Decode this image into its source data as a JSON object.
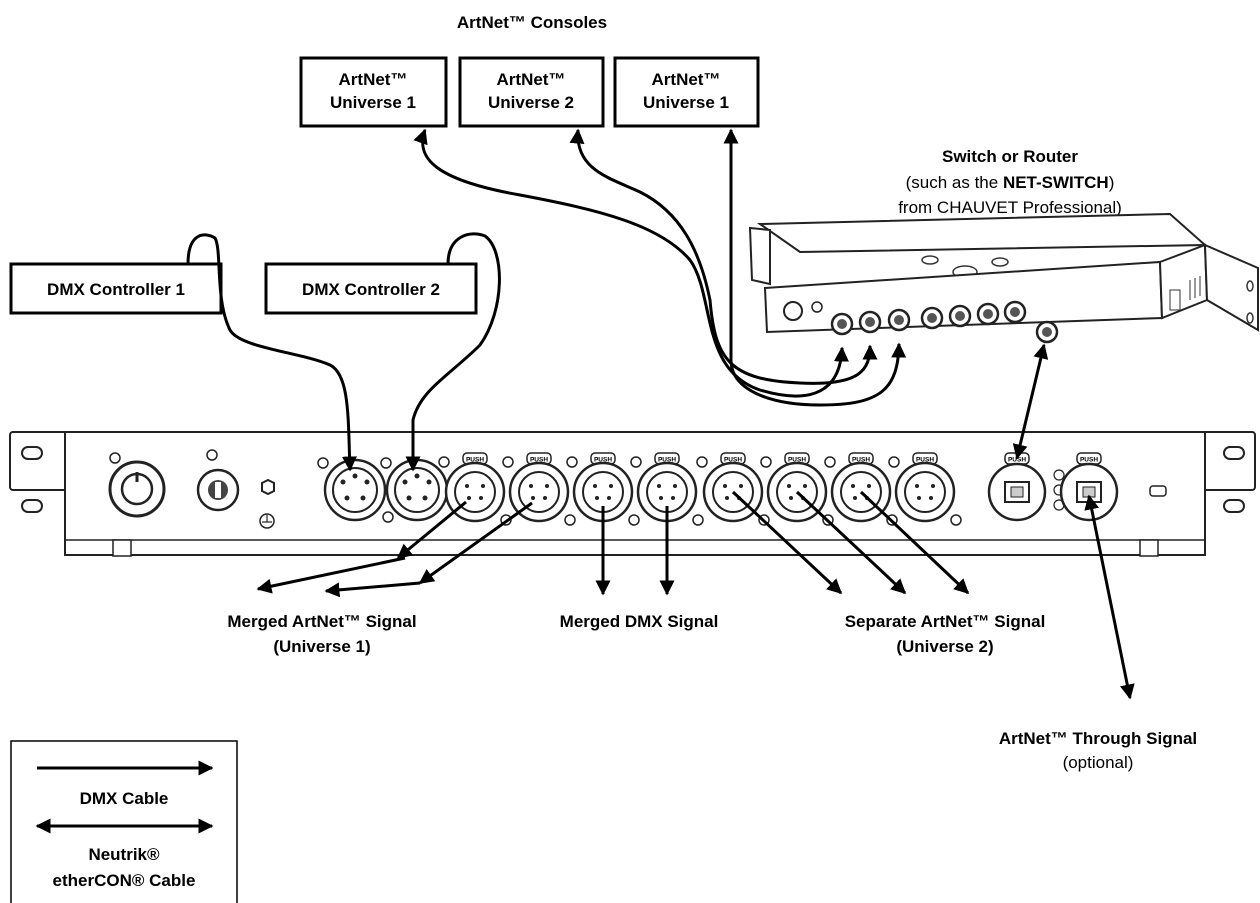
{
  "consoles": {
    "heading": "ArtNet™ Consoles",
    "items": [
      {
        "line1": "ArtNet™",
        "line2": "Universe 1"
      },
      {
        "line1": "ArtNet™",
        "line2": "Universe 2"
      },
      {
        "line1": "ArtNet™",
        "line2": "Universe 1"
      }
    ]
  },
  "switch": {
    "title": "Switch or Router",
    "sub_prefix": "(such as the ",
    "sub_bold": "NET-SWITCH",
    "sub_line2": "from CHAUVET Professional)"
  },
  "controllers": [
    "DMX Controller 1",
    "DMX Controller 2"
  ],
  "device": {
    "push_label": "PUSH"
  },
  "outputs": {
    "merged_artnet": {
      "line1": "Merged ArtNet™ Signal",
      "line2": "(Universe 1)"
    },
    "merged_dmx": "Merged DMX Signal",
    "separate_artnet": {
      "line1": "Separate ArtNet™ Signal",
      "line2": "(Universe 2)"
    },
    "through": {
      "line1": "ArtNet™ Through Signal",
      "line2": "(optional)"
    }
  },
  "legend": {
    "dmx_cable": "DMX Cable",
    "ethercon_line1": "Neutrik®",
    "ethercon_line2": "etherCON® Cable"
  }
}
